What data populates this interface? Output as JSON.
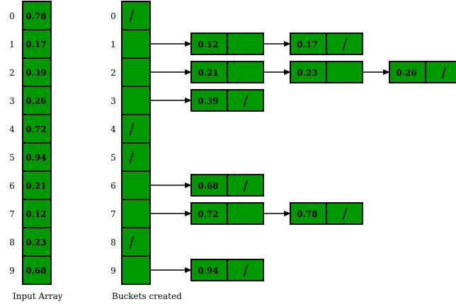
{
  "input_array": {
    "caption": "Input Array",
    "indices": [
      "0",
      "1",
      "2",
      "3",
      "4",
      "5",
      "6",
      "7",
      "8",
      "9"
    ],
    "values": [
      "0.78",
      "0.17",
      "0.39",
      "0.26",
      "0.72",
      "0.94",
      "0.21",
      "0.12",
      "0.23",
      "0.68"
    ]
  },
  "buckets": {
    "caption": "Buckets created",
    "indices": [
      "0",
      "1",
      "2",
      "3",
      "4",
      "5",
      "6",
      "7",
      "8",
      "9"
    ],
    "lists": [
      [],
      [
        "0.12",
        "0.17"
      ],
      [
        "0.21",
        "0.23",
        "0.26"
      ],
      [
        "0.39"
      ],
      [],
      [],
      [
        "0.68"
      ],
      [
        "0.72",
        "0.78"
      ],
      [],
      [
        "0.94"
      ]
    ]
  },
  "null_marker": "/",
  "colors": {
    "cell_fill": "#009900",
    "stroke": "#000000",
    "background": "#ffffff"
  }
}
